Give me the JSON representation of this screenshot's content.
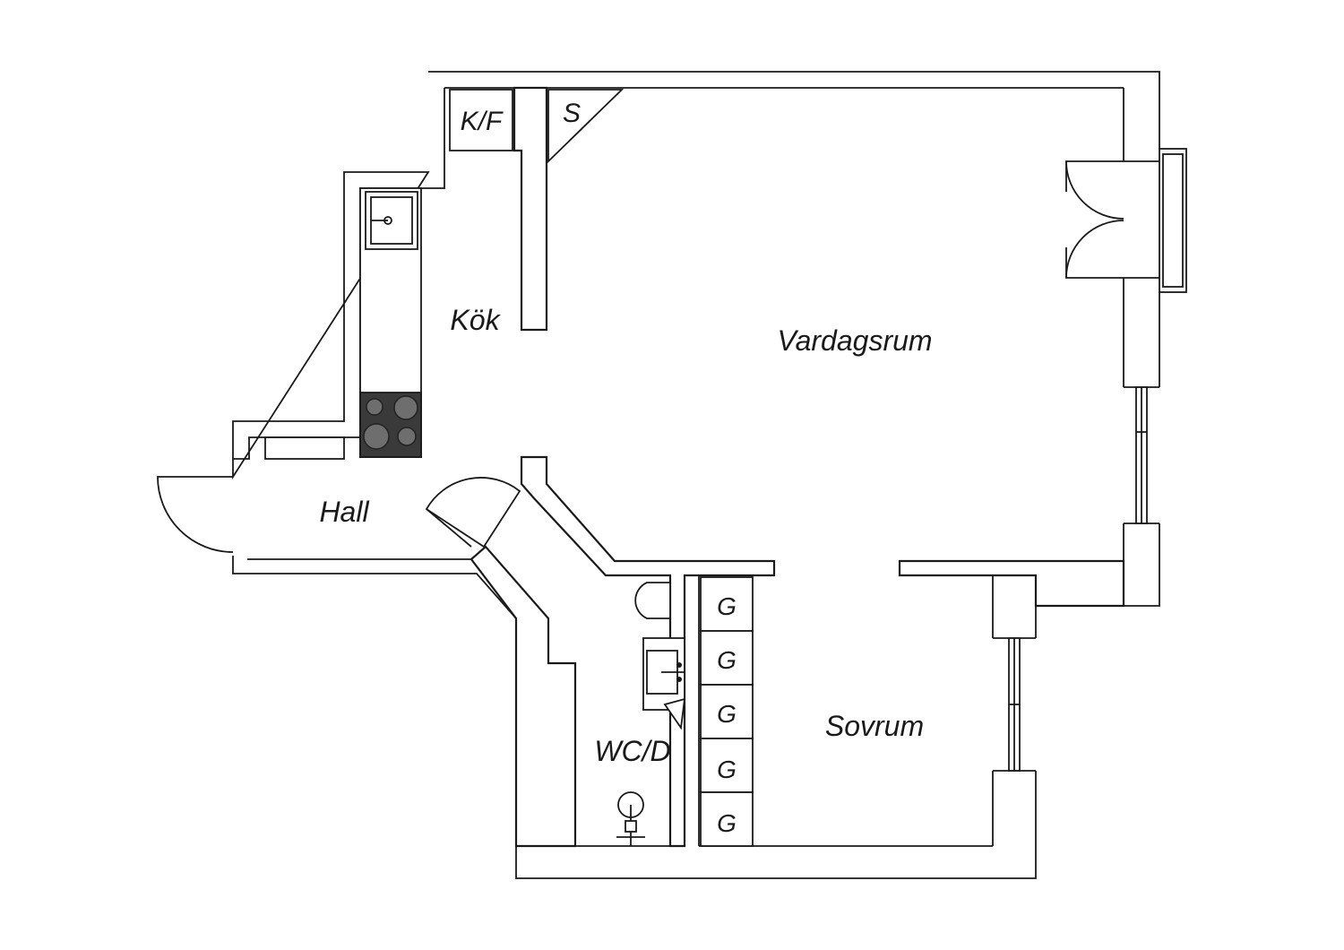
{
  "rooms": {
    "kitchen": "Kök",
    "living_room": "Vardagsrum",
    "hall": "Hall",
    "bathroom": "WC/D",
    "bedroom": "Sovrum"
  },
  "fixtures": {
    "fridge_freezer": "K/F",
    "storage": "S",
    "wardrobe_labels": [
      "G",
      "G",
      "G",
      "G",
      "G"
    ]
  },
  "colors": {
    "line": "#1a1a1a",
    "stove_fill": "#3a3a3a",
    "background": "#ffffff"
  }
}
